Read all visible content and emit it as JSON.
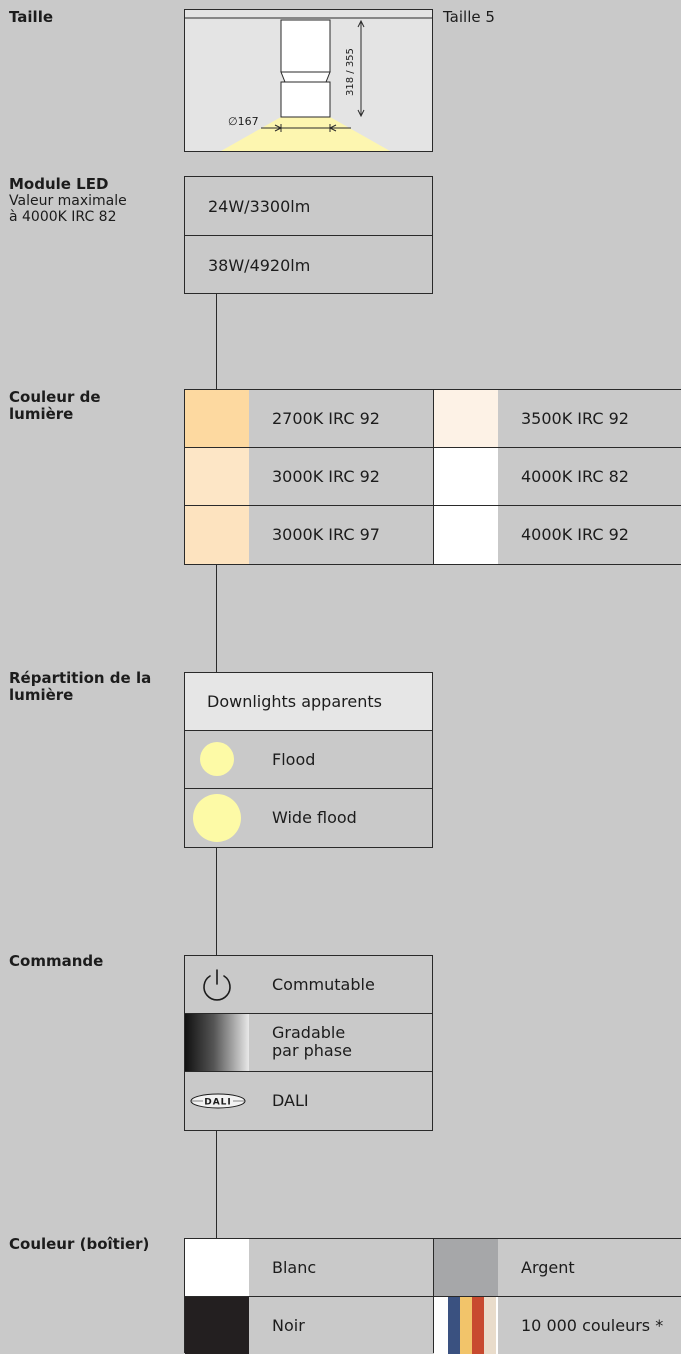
{
  "taille": {
    "title": "Taille",
    "size_label": "Taille 5",
    "dimension_height": "318 / 355",
    "dimension_diameter": "∅167"
  },
  "module_led": {
    "title": "Module LED",
    "subtitle_line1": "Valeur maximale",
    "subtitle_line2": "à 4000K IRC 82",
    "options": [
      "24W/3300lm",
      "38W/4920lm"
    ]
  },
  "couleur_lumiere": {
    "title_line1": "Couleur de",
    "title_line2": "lumière",
    "options": [
      {
        "label": "2700K IRC 92",
        "swatch": "#fdd9a0"
      },
      {
        "label": "3000K IRC 92",
        "swatch": "#fde6c6"
      },
      {
        "label": "3000K IRC 97",
        "swatch": "#fde3bf"
      },
      {
        "label": "3500K IRC 92",
        "swatch": "#fdf2e6"
      },
      {
        "label": "4000K IRC 82",
        "swatch": "#ffffff"
      },
      {
        "label": "4000K IRC 92",
        "swatch": "#ffffff"
      }
    ]
  },
  "repartition": {
    "title_line1": "Répartition de la",
    "title_line2": "lumière",
    "header": "Downlights apparents",
    "options": [
      {
        "label": "Flood",
        "icon": "flood-beam-icon"
      },
      {
        "label": "Wide flood",
        "icon": "wide-flood-beam-icon"
      }
    ]
  },
  "commande": {
    "title": "Commande",
    "options": [
      {
        "label": "Commutable",
        "icon": "power-icon"
      },
      {
        "label_line1": "Gradable",
        "label_line2": "par phase",
        "icon": "gradient-dim-icon"
      },
      {
        "label": "DALI",
        "icon": "dali-logo-icon",
        "logo_text": "DALI"
      }
    ]
  },
  "couleur_boitier": {
    "title": "Couleur (boîtier)",
    "options": [
      {
        "label": "Blanc",
        "swatch": "#ffffff"
      },
      {
        "label": "Noir",
        "swatch": "#231f20"
      },
      {
        "label": "Argent",
        "swatch": "#a6a7a9"
      },
      {
        "label": "10 000 couleurs *",
        "stripes": [
          "#3a5180",
          "#f2c46a",
          "#c84a2f",
          "#e9dccb"
        ]
      }
    ]
  },
  "colors": {
    "background": "#c9c9c9",
    "line": "#2a2a2a",
    "light_header": "#e6e6e6",
    "beam_yellow": "#fdfaa6"
  }
}
